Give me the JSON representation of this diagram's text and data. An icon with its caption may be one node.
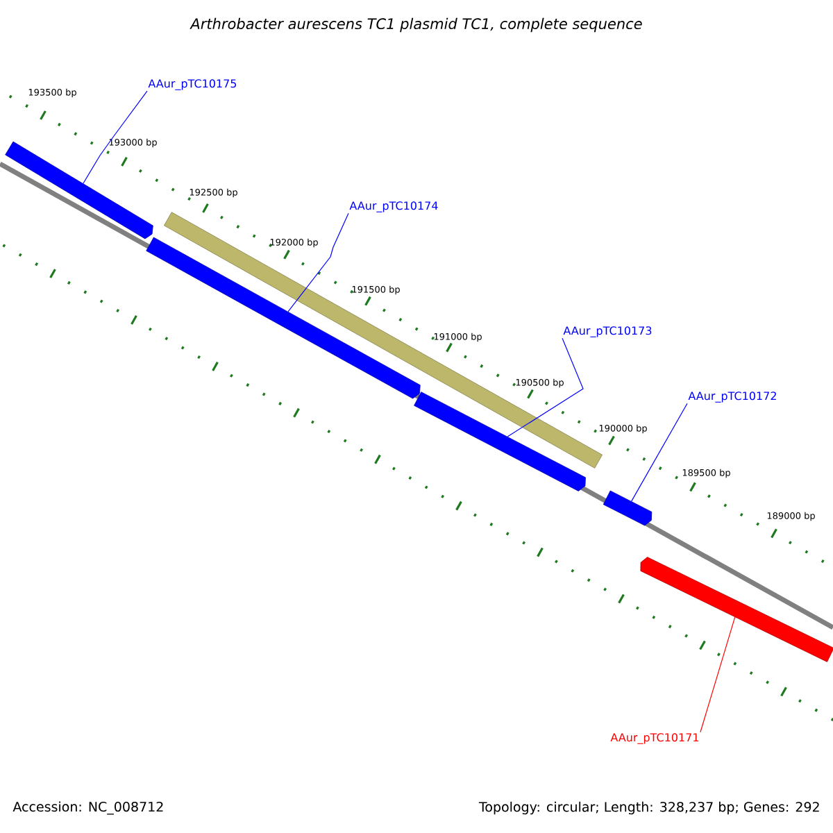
{
  "diagram": {
    "title": "Arthrobacter aurescens TC1 plasmid TC1, complete sequence",
    "nodes": [
      {
        "text": [
          "AAur_pTC10175"
        ]
      },
      {
        "text": [
          "AAur_pTC10174"
        ]
      },
      {
        "text": [
          "AAur_pTC10173"
        ]
      },
      {
        "text": [
          "AAur_pTC10172"
        ]
      },
      {
        "text": [
          "AAur_pTC10171"
        ]
      },
      {
        "text": [],
        "shape": "bar"
      },
      {
        "text": [],
        "shape": "bar"
      },
      {
        "text": [],
        "shape": "bar"
      },
      {
        "text": [],
        "shape": "bar"
      },
      {
        "text": [],
        "shape": "bar"
      },
      {
        "text": [],
        "shape": "bar"
      }
    ],
    "edges": [
      {
        "from": 0,
        "to": 5,
        "arrow": "none"
      },
      {
        "from": 1,
        "to": 7,
        "arrow": "none"
      },
      {
        "from": 2,
        "to": 8,
        "arrow": "none"
      },
      {
        "from": 3,
        "to": 9,
        "arrow": "none"
      },
      {
        "from": 4,
        "to": 10,
        "arrow": "none",
        "color": "#ff0000"
      }
    ],
    "labels": [
      "193500 bp",
      "193000 bp",
      "192500 bp",
      "192000 bp",
      "191500 bp",
      "191000 bp",
      "190500 bp",
      "190000 bp",
      "189500 bp",
      "189000 bp",
      "Accession: NC_008712",
      "Topology: circular; Length: 328,237 bp; Genes: 292"
    ]
  }
}
